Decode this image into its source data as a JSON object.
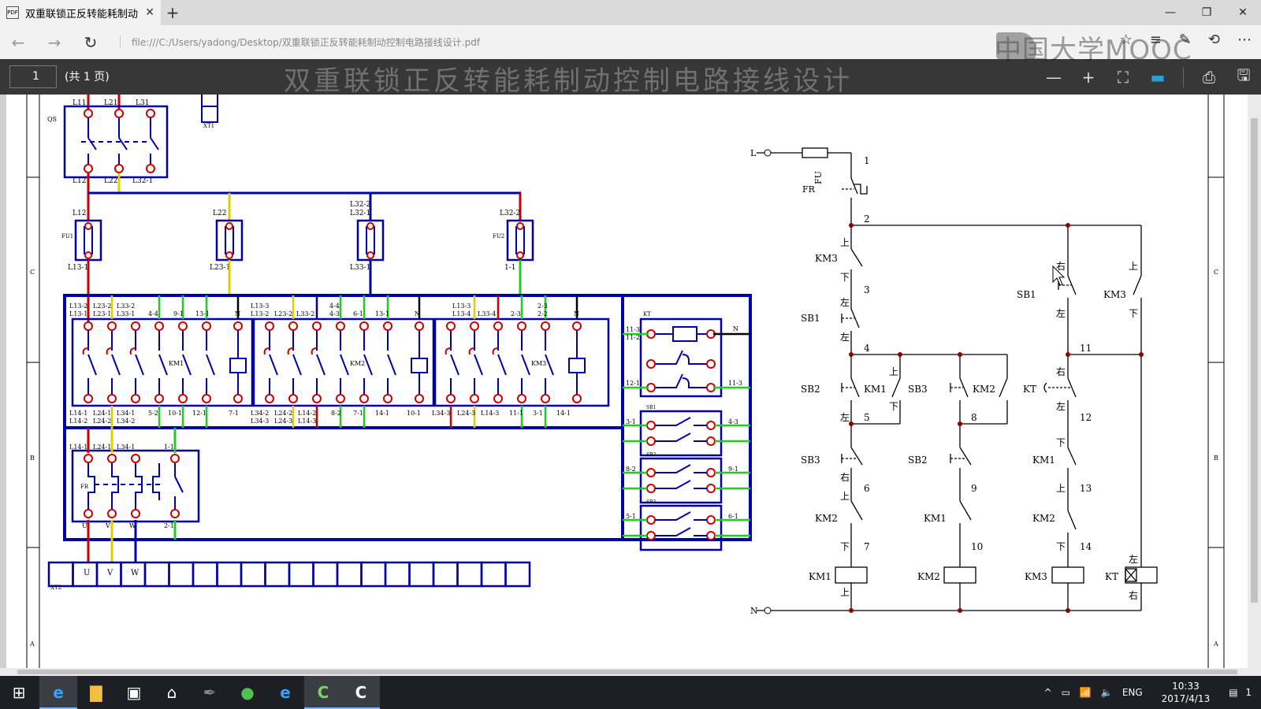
{
  "browser": {
    "tab_title": "双重联锁正反转能耗制动",
    "tab_icon": "PDF",
    "url": "file:///C:/Users/yadong/Desktop/双重联锁正反转能耗制动控制电路接线设计.pdf",
    "watermark": "中国大学MOOC"
  },
  "pdf_toolbar": {
    "page_number": "1",
    "page_count": "(共 1 页)",
    "doc_title": "双重联锁正反转能耗制动控制电路接线设计"
  },
  "wiring": {
    "terminals_top": [
      "L11",
      "L21",
      "L31"
    ],
    "xt1": "XT1",
    "qs": "QS",
    "qs_bottom": [
      "L12",
      "L22",
      "L32-1"
    ],
    "fuse_labels": [
      {
        "top": "L12",
        "bottom": "L13-1",
        "name": "FU1"
      },
      {
        "top": "L22",
        "bottom": "L23-1",
        "name": ""
      },
      {
        "top": "L32-2\nL32-1",
        "bottom": "L33-1",
        "name": ""
      },
      {
        "top": "L32-2",
        "bottom": "1-1",
        "name": "FU2"
      }
    ],
    "contactors": [
      "KM1",
      "KM2",
      "KM3"
    ],
    "km1_top": [
      "L13-2 L13-1",
      "L23-2 L23-1",
      "L33-2 L33-1",
      "4-4",
      "9-1",
      "13-1",
      "N"
    ],
    "km1_bottom": [
      "L14-1 L14-2",
      "L24-1 L24-2",
      "L34-1 L34-2",
      "5-2",
      "10-1",
      "12-1",
      "7-1"
    ],
    "km2_top": [
      "L13-3 L13-2",
      "L23-2",
      "L33-2",
      "4-4 4-3",
      "6-1",
      "13-1",
      "N"
    ],
    "km2_bottom": [
      "L34-2 L34-3",
      "L24-2 L24-3",
      "L14-2 L14-3",
      "8-2",
      "7-1",
      "14-1",
      "10-1"
    ],
    "km3_top": [
      "L13-3",
      "L13-4",
      "L33-4",
      "2-3",
      "2-3 2-2",
      "N"
    ],
    "km3_bottom": [
      "L34-3",
      "L24-3",
      "L14-3",
      "11-1",
      "3-1",
      "14-1"
    ],
    "kt": "KT",
    "fr": "FR",
    "fr_top": [
      "L14-1",
      "L24-1",
      "L34-1",
      "1-1"
    ],
    "fr_bottom": [
      "U",
      "V",
      "W",
      "2-1"
    ],
    "sb_labels": [
      "SB1",
      "SB2",
      "SB3"
    ],
    "xt2": "XT2",
    "xt2_terminals": [
      "U",
      "V",
      "W"
    ]
  },
  "schematic": {
    "l": "L",
    "n": "N",
    "fu": "FU",
    "fr": "FR",
    "nodes": [
      "1",
      "2",
      "3",
      "4",
      "5",
      "6",
      "7",
      "8",
      "9",
      "10",
      "11",
      "12",
      "13",
      "14"
    ],
    "left_col": [
      "KM3",
      "SB1",
      "SB2",
      "KM1",
      "SB3",
      "KM2"
    ],
    "coils": [
      "KM1",
      "KM2",
      "KM3",
      "KT"
    ],
    "words": {
      "up": "上",
      "down": "下",
      "left": "左",
      "right": "右"
    },
    "mid_labels": [
      "SB3",
      "KM2",
      "SB2",
      "KM1"
    ],
    "right_labels": [
      "SB1",
      "KM3",
      "KT",
      "KM1",
      "KM2"
    ]
  },
  "taskbar": {
    "lang": "ENG",
    "time": "10:33",
    "date": "2017/4/13",
    "notif_count": "1"
  }
}
